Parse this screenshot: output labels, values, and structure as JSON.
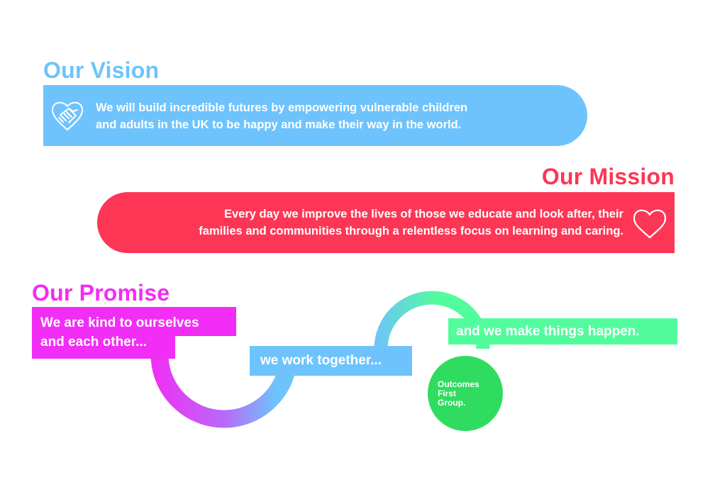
{
  "vision": {
    "heading": "Our Vision",
    "icon": "handshake-heart-icon",
    "line1": "We will build incredible futures by empowering vulnerable children",
    "line2": "and adults in the UK to be happy and make their way in the world.",
    "color": "#6ec3fc"
  },
  "mission": {
    "heading": "Our Mission",
    "icon": "heart-outline-icon",
    "line1": "Every day we improve the lives of those we educate and look after, their",
    "line2": "families and communities through a relentless focus on learning and caring.",
    "color": "#fd3655"
  },
  "promise": {
    "heading": "Our Promise",
    "color": "#f22df5",
    "kind_line1": "We are kind to ourselves",
    "kind_line2": "and each other...",
    "together": "we work together...",
    "happen": "and we make things happen.",
    "colors": {
      "kind": "#f22df5",
      "together": "#6ec3fc",
      "happen": "#52fc9c"
    }
  },
  "logo": {
    "line1": "Outcomes",
    "line2": "First",
    "line3": "Group.",
    "color": "#2fdc5f"
  }
}
